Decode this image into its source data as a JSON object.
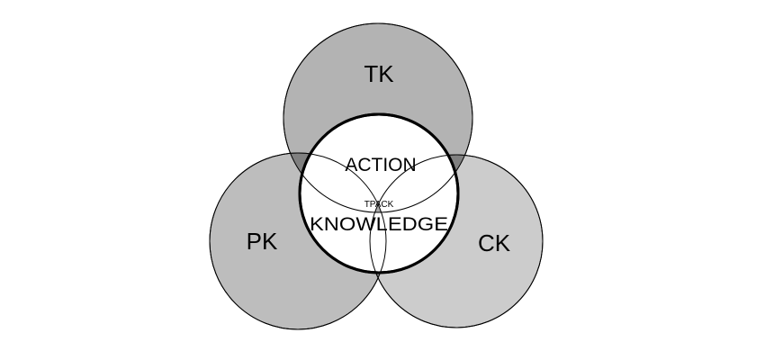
{
  "diagram": {
    "circles": {
      "tk": {
        "label": "TK",
        "fill": "#b3b3b3"
      },
      "pk": {
        "label": "PK",
        "fill": "#bdbdbd"
      },
      "ck": {
        "label": "CK",
        "fill": "#cccccc"
      }
    },
    "pairwise_overlap_fill": "#808080",
    "center": {
      "fill": "#ffffff",
      "action_label": "ACTION",
      "knowledge_label": "KNOWLEDGE",
      "tpack_label": "TPACK",
      "tpack_fill": "#aaaaaa"
    },
    "stroke_color": "#000000"
  }
}
